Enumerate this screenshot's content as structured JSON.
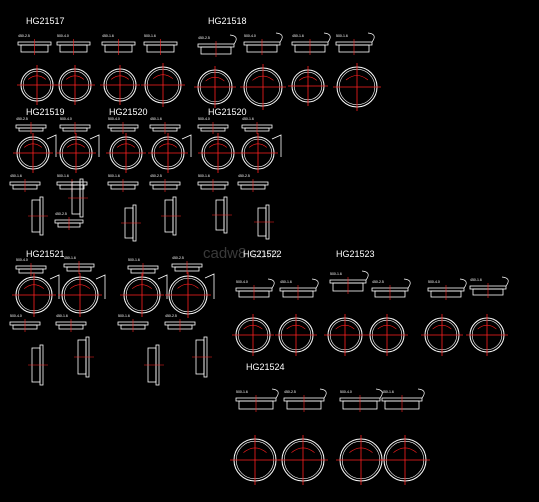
{
  "colors": {
    "background": "#000000",
    "line": "#ffffff",
    "center": "#ff2020",
    "text": "#ffffff",
    "watermark": "#3a3a3a"
  },
  "groups": [
    {
      "id": "g1",
      "title": "HG21517"
    },
    {
      "id": "g2",
      "title": "HG21518"
    },
    {
      "id": "g3",
      "title": "HG21519"
    },
    {
      "id": "g4",
      "title": "HG21520"
    },
    {
      "id": "g5",
      "title": "HG21520"
    },
    {
      "id": "g6",
      "title": "HG21521"
    },
    {
      "id": "g7",
      "title": "HG21522"
    },
    {
      "id": "g8",
      "title": "HG21523"
    },
    {
      "id": "g9",
      "title": "HG21524"
    }
  ],
  "watermark": "cadw8.com",
  "view_labels": [
    "450-2.5",
    "500-4.0",
    "450-1.6",
    "500-1.6",
    "450-2.5",
    "500-4.0",
    "450-1.6",
    "500-1.6"
  ]
}
